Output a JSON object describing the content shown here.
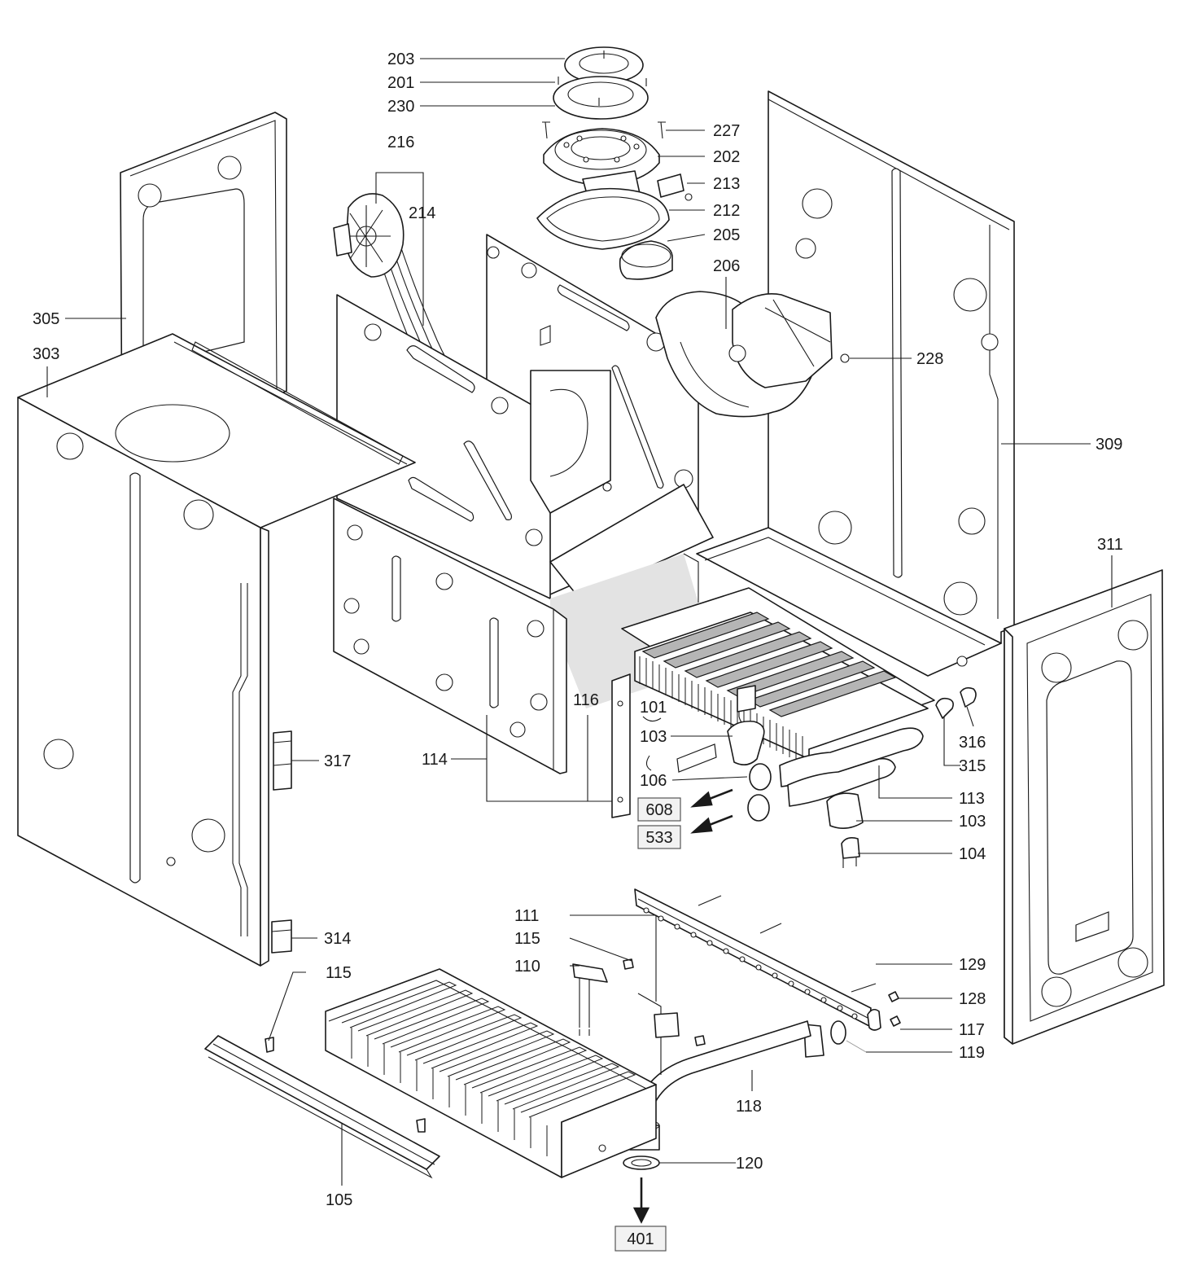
{
  "labels": {
    "p203": "203",
    "p201": "201",
    "p230": "230",
    "p227": "227",
    "p202": "202",
    "p213": "213",
    "p212": "212",
    "p205": "205",
    "p206": "206",
    "p216": "216",
    "p214": "214",
    "p228": "228",
    "p305": "305",
    "p303": "303",
    "p309": "309",
    "p311": "311",
    "p116": "116",
    "p101": "101",
    "p103a": "103",
    "p106": "106",
    "p114": "114",
    "p317": "317",
    "p316": "316",
    "p315": "315",
    "p113": "113",
    "p103b": "103",
    "p104": "104",
    "p111": "111",
    "p115a": "115",
    "p110": "110",
    "p115b": "115",
    "p314": "314",
    "p129": "129",
    "p128": "128",
    "p117": "117",
    "p119": "119",
    "p118": "118",
    "p120": "120",
    "p105": "105"
  },
  "refs": {
    "r608": "608",
    "r533": "533",
    "r401": "401"
  }
}
